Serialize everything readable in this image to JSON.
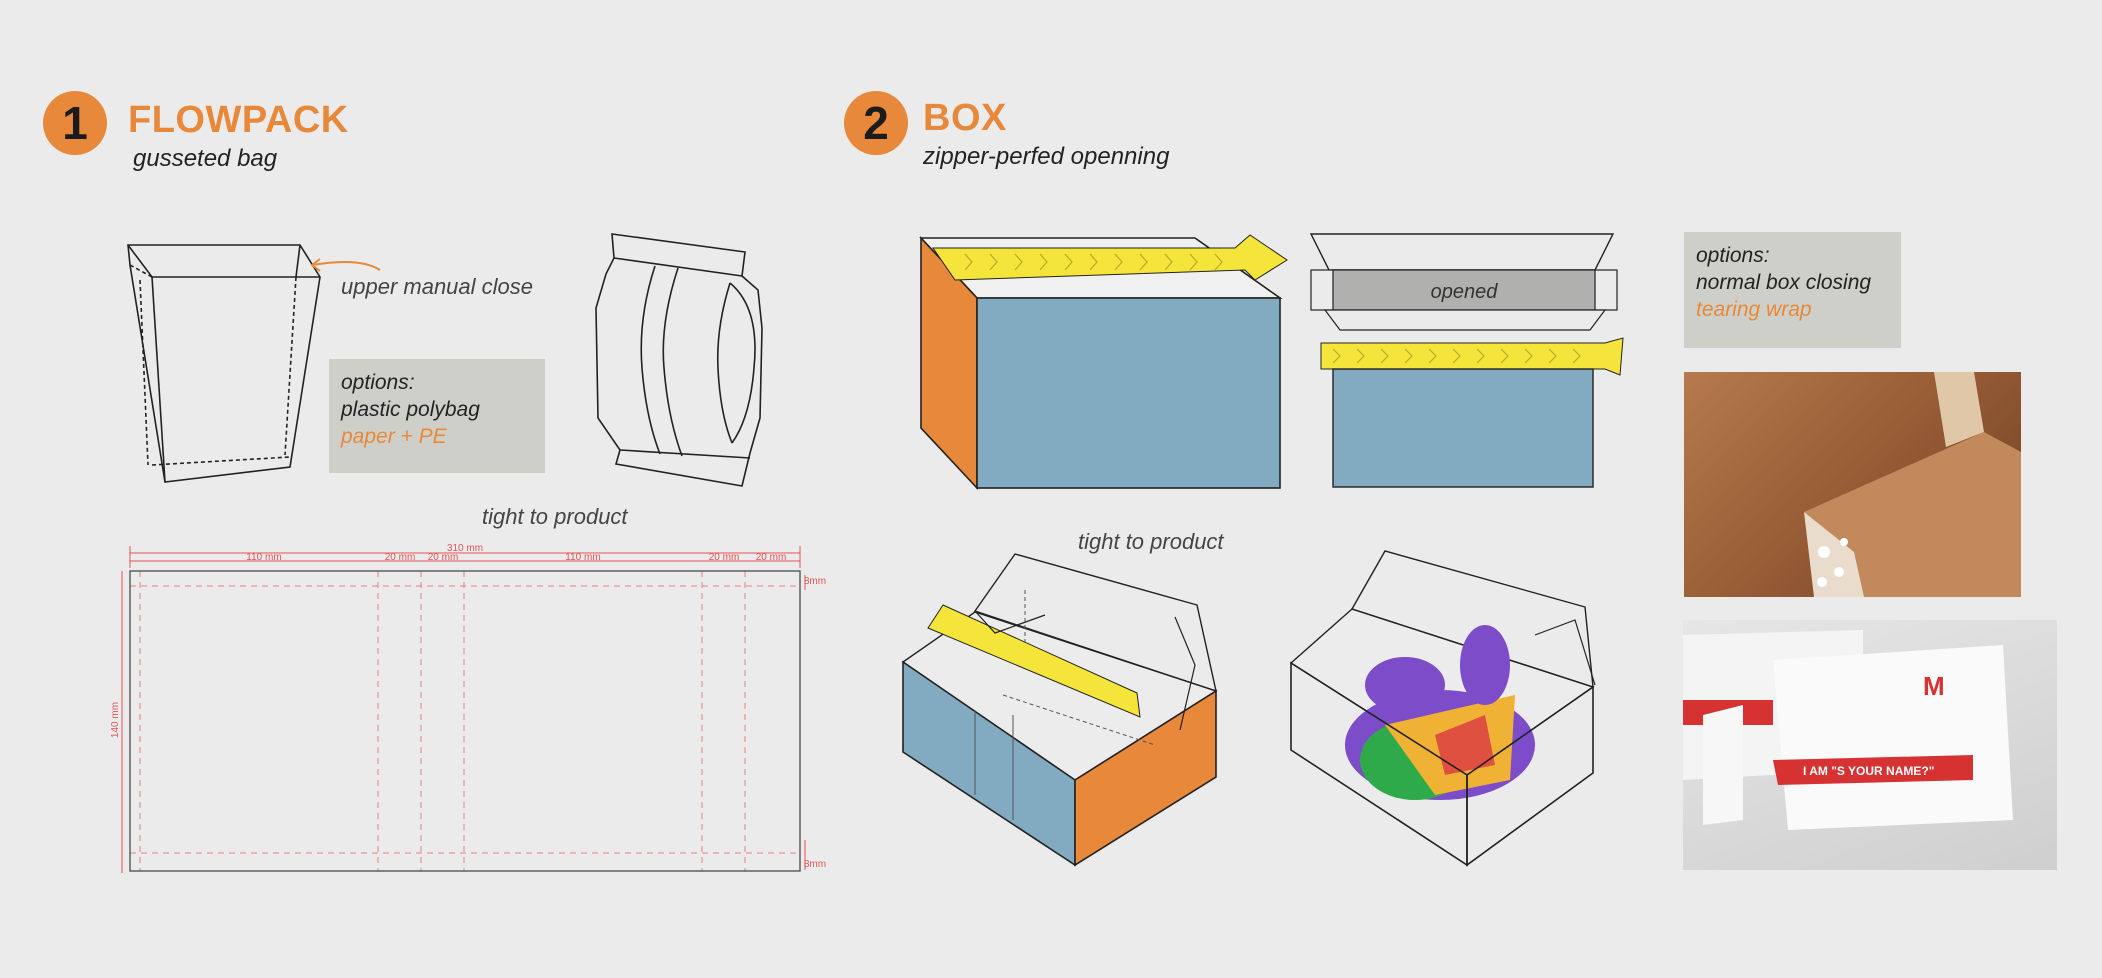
{
  "flowpack": {
    "number": "1",
    "title": "FLOWPACK",
    "subtitle": "gusseted bag",
    "close_note": "upper manual close",
    "options": [
      "options:",
      "plastic polybag",
      "paper + PE"
    ],
    "caption": "tight to product",
    "dieline": {
      "total": "310 mm",
      "segments": [
        "110 mm",
        "20 mm",
        "20 mm",
        "110 mm",
        "20 mm",
        "20 mm"
      ],
      "height": "140 mm",
      "top_margin": "8mm",
      "bottom_margin": "8mm"
    }
  },
  "box": {
    "number": "2",
    "title": "BOX",
    "subtitle": "zipper-perfed openning",
    "opened_label": "opened",
    "options": [
      "options:",
      "normal box closing",
      "tearing wrap"
    ],
    "caption": "tight to product",
    "photo2_text": "I AM \"S YOUR NAME?\""
  },
  "colors": {
    "accent": "#e8883a",
    "blue": "#82aac1",
    "yellow": "#f5e53a",
    "red": "#e05555"
  }
}
